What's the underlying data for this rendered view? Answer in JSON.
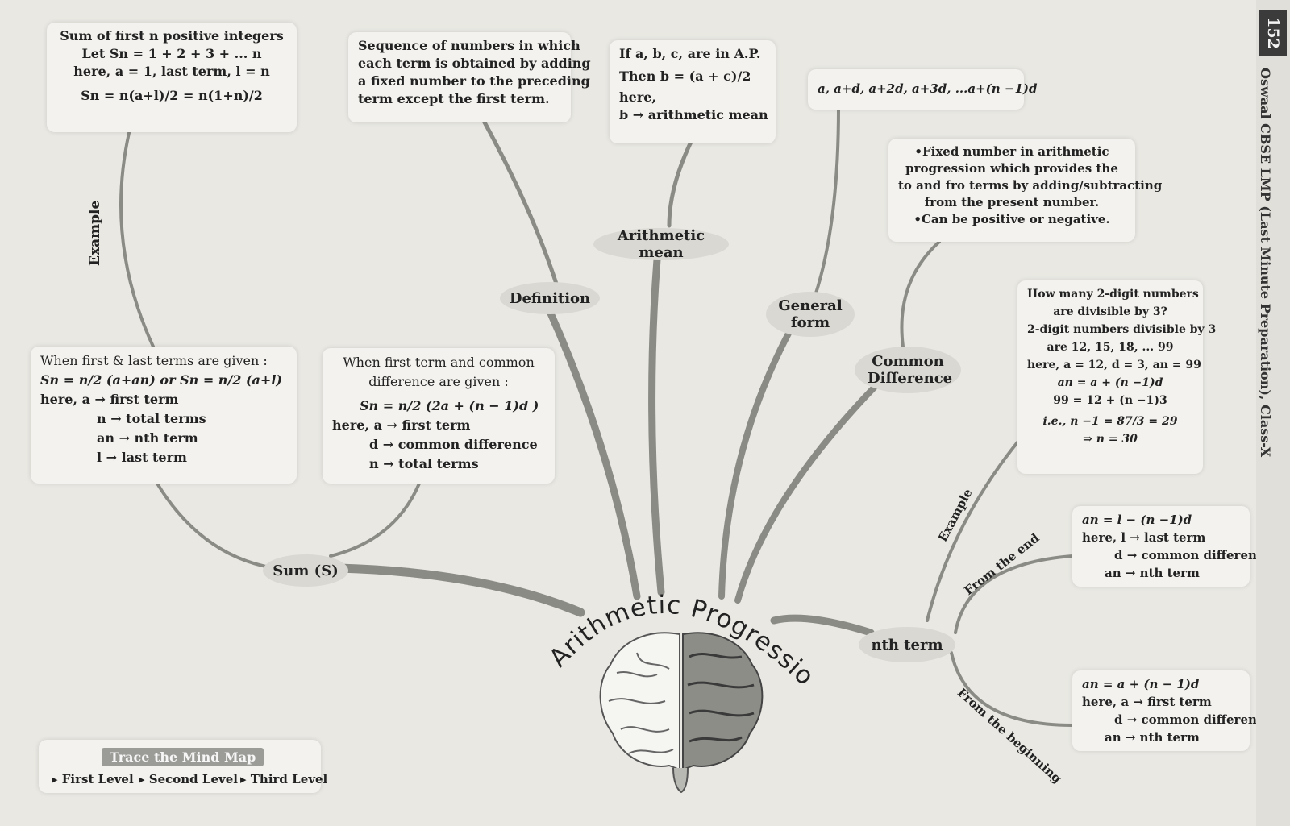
{
  "header": {
    "page_number": "152",
    "side_title": "Oswaal CBSE LMP (Last Minute Preparation), Class-X"
  },
  "central_topic": "Arithmetic Progressions",
  "nodes": {
    "sum": "Sum (S)",
    "definition": "Definition",
    "arithmetic_mean": "Arithmetic mean",
    "general_form": "General form",
    "common_difference": "Common Difference",
    "nth_term": "nth term",
    "example_left": "Example",
    "example_right": "Example",
    "from_end": "From the end",
    "from_beginning": "From the beginning"
  },
  "boxes": {
    "sum_first_n": {
      "title": "Sum of first n positive integers",
      "lines": [
        "Let Sn = 1 + 2 + 3 + ... n",
        "here, a = 1, last term, l = n",
        "Sn = n(a+l)/2 = n(1+n)/2"
      ]
    },
    "definition_text": {
      "lines": [
        "Sequence of numbers in which",
        "each term is obtained by adding",
        "a fixed number to the preceding",
        "term except the first term."
      ]
    },
    "am_text": {
      "lines": [
        "If a, b, c, are in A.P.",
        "Then b = (a + c)/2",
        "here,",
        "b → arithmetic mean"
      ]
    },
    "general_text": {
      "lines": [
        "a, a+d, a+2d, a+3d, ...a+(n −1)d"
      ]
    },
    "cd_text": {
      "lines": [
        "•Fixed number in arithmetic",
        "progression which provides the",
        "to and fro terms by adding/subtracting",
        "from the present number.",
        "•Can be positive or negative."
      ]
    },
    "first_last": {
      "lines": [
        "When first & last terms are given :",
        "Sn = n/2 (a+an)  or  Sn = n/2 (a+l)",
        "here,   a → first term",
        "n → total terms",
        "an → nth term",
        "l → last term"
      ]
    },
    "first_cd": {
      "lines": [
        "When first term and common",
        "difference are given :",
        "Sn = n/2 (2a + (n − 1)d )",
        "here, a → first term",
        "d → common difference",
        "n → total terms"
      ]
    },
    "example_q": {
      "lines": [
        "How many 2-digit numbers",
        "are divisible by 3?",
        "2-digit numbers divisible by 3",
        "are 12, 15, 18, ... 99",
        "here, a = 12, d = 3, an = 99",
        "an = a + (n −1)d",
        "99 = 12 + (n −1)3",
        "i.e.,  n −1 = 87/3 = 29",
        "⇒         n = 30"
      ]
    },
    "from_end_text": {
      "lines": [
        "an = l − (n −1)d",
        "here, l → last term",
        "d → common difference",
        "an → nth term"
      ]
    },
    "from_begin_text": {
      "lines": [
        "an = a + (n − 1)d",
        "here, a → first term",
        "d → common difference",
        "an → nth term"
      ]
    }
  },
  "legend": {
    "title": "Trace the Mind Map",
    "items": [
      "First Level",
      "Second Level",
      "Third Level"
    ]
  },
  "colors": {
    "branch": "#8b8b86",
    "box_bg": "#f3f2ee",
    "node_bg": "#d9d8d2",
    "page_tab": "#3b3b3b"
  }
}
